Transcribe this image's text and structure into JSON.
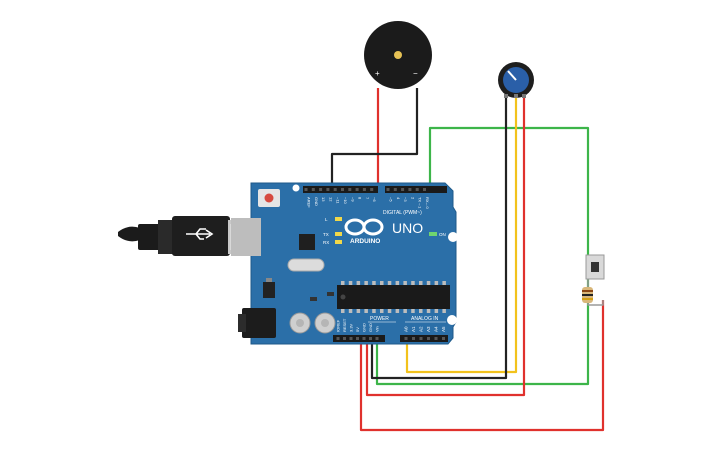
{
  "board": {
    "brand": "ARDUINO",
    "model": "UNO",
    "digital_header": "DIGITAL (PWM~)",
    "power_header": "POWER",
    "analog_header": "ANALOG IN",
    "on_led": "ON",
    "led_l": "L",
    "led_tx": "TX",
    "led_rx": "RX",
    "digital_pins": [
      "AREF",
      "GND",
      "13",
      "12",
      "~11",
      "~10",
      "~9",
      "8",
      "7",
      "~6",
      "~5",
      "4",
      "~3",
      "2",
      "TX→1",
      "RX←0"
    ],
    "power_pins": [
      "IOREF",
      "RESET",
      "3.3V",
      "5V",
      "GND",
      "GND",
      "Vin"
    ],
    "analog_pins": [
      "A0",
      "A1",
      "A2",
      "A3",
      "A4",
      "A5"
    ]
  },
  "buzzer": {
    "plus": "+",
    "minus": "−"
  },
  "colors": {
    "board": "#2b6fa8",
    "wire_red": "#e0312d",
    "wire_black": "#222222",
    "wire_green": "#3db54a",
    "wire_yellow": "#f2c21c",
    "pot_knob": "#2a5fa8"
  },
  "icons": {
    "usb": "usb-cable-icon",
    "logo": "arduino-infinity-icon"
  }
}
